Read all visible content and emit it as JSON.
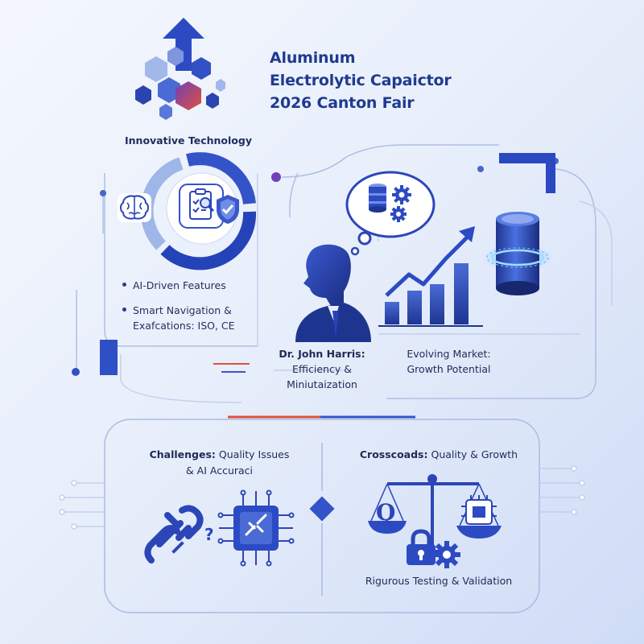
{
  "title": {
    "line1": "Aluminum",
    "line2": "Electrolytic Capaictor",
    "line3": "2026 Canton Fair"
  },
  "innovation": {
    "heading": "Innovative Technology",
    "bullets": [
      "AI-Driven Features",
      "Smart Navigation &",
      "Exafcations: ISO, CE"
    ]
  },
  "expert": {
    "name": "Dr. John Harris:",
    "line2": "Efficiency &",
    "line3": "Miniutaization"
  },
  "market": {
    "line1": "Evolving Market:",
    "line2": "Growth Potential"
  },
  "challenges": {
    "label": "Challenges:",
    "line1": "Quality Issues",
    "line2": "& AI Accuraci",
    "question_mark": "?"
  },
  "crossroads": {
    "label": "Crosscoads:",
    "line1": "Quality & Growth",
    "scale_letter": "Q",
    "footer": "Rigurous Testing & Validation"
  },
  "colors": {
    "primary": "#2f4fc4",
    "dark": "#1e3590",
    "accent_red": "#e0503c",
    "accent_purple": "#7040b8",
    "light_blue": "#9fb6e8"
  },
  "icons": {
    "hexagon_logo": "hexagon-arrow-icon",
    "brain": "brain-icon",
    "checklist": "checklist-search-icon",
    "shield": "shield-check-icon",
    "man": "person-silhouette-icon",
    "capacitor_gears": "capacitor-gears-icon",
    "chart": "growth-chart-icon",
    "capacitor": "capacitor-icon",
    "chain": "broken-chain-icon",
    "chip": "chip-icon",
    "scale": "balance-scale-icon",
    "lock": "lock-icon",
    "gear": "gear-icon"
  }
}
